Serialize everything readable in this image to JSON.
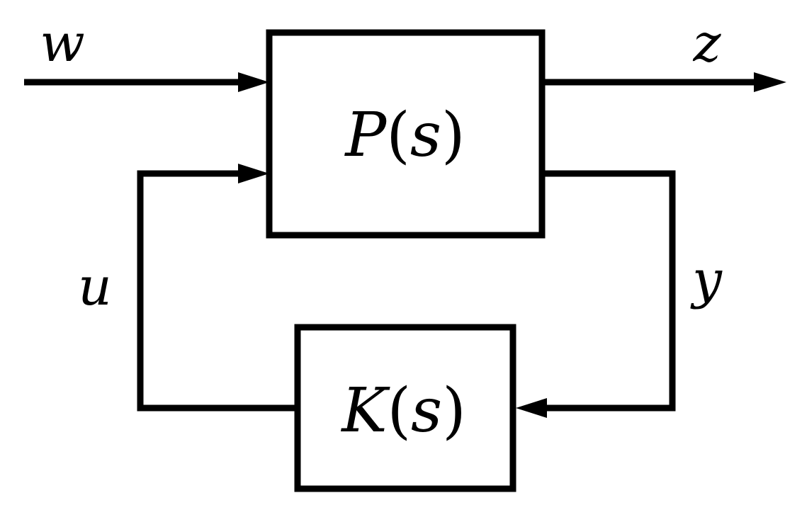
{
  "blocks": {
    "plant": {
      "symbol": "P",
      "open": "(",
      "var": "s",
      "close": ")"
    },
    "controller": {
      "symbol": "K",
      "open": "(",
      "var": "s",
      "close": ")"
    }
  },
  "signals": {
    "w": "w",
    "z": "z",
    "u": "u",
    "y": "y"
  },
  "colors": {
    "stroke": "#000000",
    "background": "#ffffff"
  }
}
